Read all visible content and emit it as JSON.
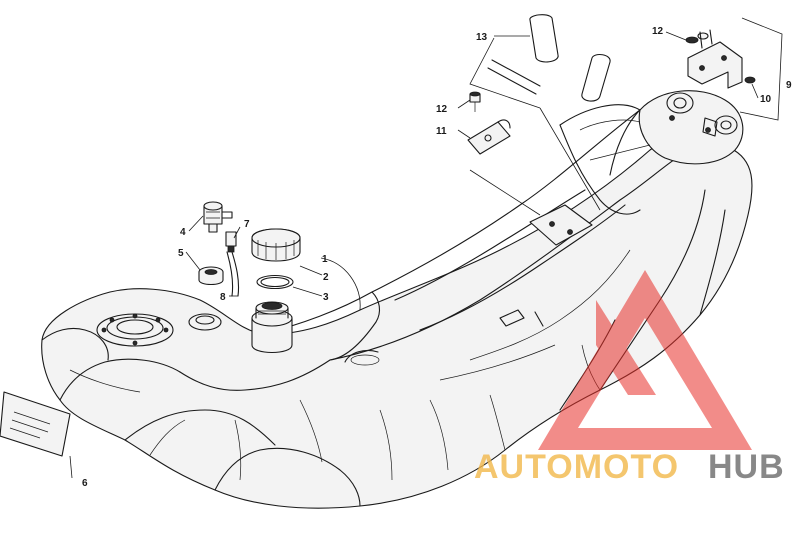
{
  "diagram": {
    "callouts": [
      {
        "id": "1",
        "label": "1"
      },
      {
        "id": "2",
        "label": "2"
      },
      {
        "id": "3",
        "label": "3"
      },
      {
        "id": "4",
        "label": "4"
      },
      {
        "id": "5",
        "label": "5"
      },
      {
        "id": "6",
        "label": "6"
      },
      {
        "id": "7",
        "label": "7"
      },
      {
        "id": "8",
        "label": "8"
      },
      {
        "id": "9",
        "label": "9"
      },
      {
        "id": "10",
        "label": "10"
      },
      {
        "id": "11",
        "label": "11"
      },
      {
        "id": "12a",
        "label": "12"
      },
      {
        "id": "12b",
        "label": "12"
      },
      {
        "id": "13",
        "label": "13"
      }
    ]
  },
  "watermark": {
    "brand_part1": "AUTOMOTO",
    "brand_part2": "HUB",
    "colors": {
      "triangle": "#e8302a",
      "auto": "#f2b84b",
      "hub": "#4a4a4a"
    }
  },
  "colors": {
    "line": "#1a1a1a",
    "background": "#ffffff"
  }
}
